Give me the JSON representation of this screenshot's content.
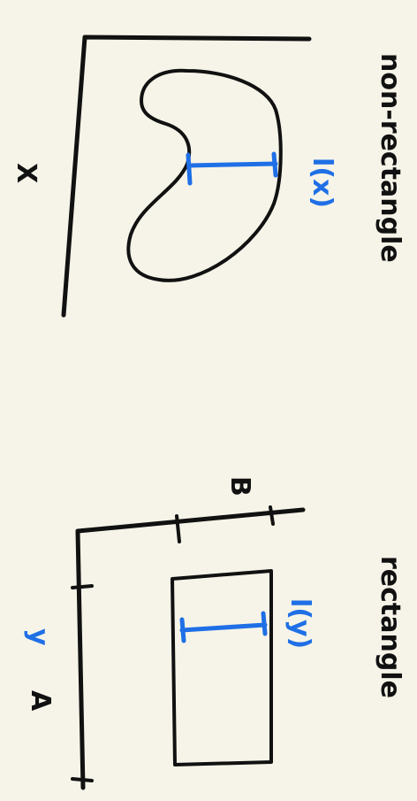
{
  "colors": {
    "background": "#f6f4e8",
    "ink": "#111111",
    "accent_blue": "#1f6fe6"
  },
  "labels": {
    "non_rectangle": "non-rectangle",
    "rectangle": "rectangle",
    "x_axis_letter": "X",
    "non_rect_length": "l(x)",
    "rect_length": "l(y)",
    "interval_a": "A",
    "interval_b": "B",
    "axis_var": "y"
  }
}
